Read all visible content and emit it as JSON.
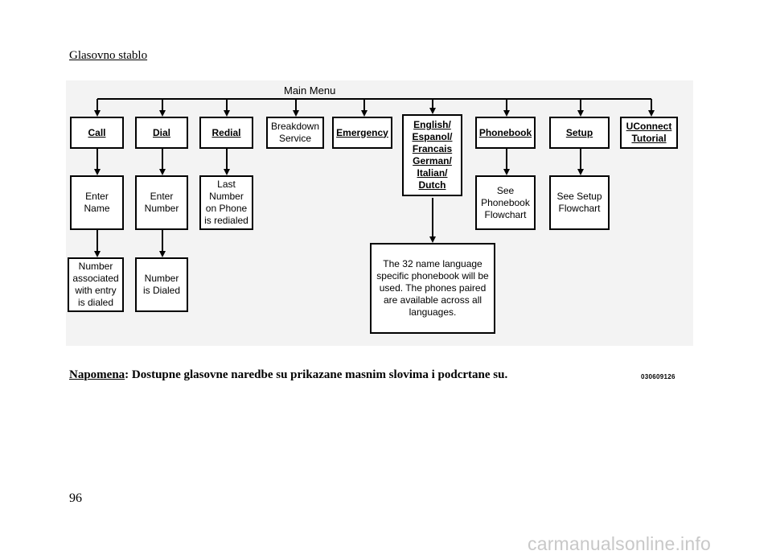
{
  "section_title": "Glasovno stablo",
  "diagram": {
    "main_menu": "Main Menu",
    "level1": [
      {
        "id": "call",
        "lines": [
          "Call"
        ],
        "command": true
      },
      {
        "id": "dial",
        "lines": [
          "Dial"
        ],
        "command": true
      },
      {
        "id": "redial",
        "lines": [
          "Redial"
        ],
        "command": true
      },
      {
        "id": "breakdown",
        "lines": [
          "Breakdown",
          "Service"
        ],
        "command": false
      },
      {
        "id": "emergency",
        "lines": [
          "Emergency"
        ],
        "command": true
      },
      {
        "id": "language",
        "lines": [
          "English/",
          "Espanol/",
          "Francais",
          "German/",
          "Italian/",
          "Dutch"
        ],
        "command": true
      },
      {
        "id": "phonebook",
        "lines": [
          "Phonebook"
        ],
        "command": true
      },
      {
        "id": "setup",
        "lines": [
          "Setup"
        ],
        "command": true
      },
      {
        "id": "uconnect",
        "lines": [
          "UConnect",
          "Tutorial"
        ],
        "command": true
      }
    ],
    "call_children": [
      [
        "Enter",
        "Name"
      ],
      [
        "Number",
        "associated",
        "with entry",
        "is dialed"
      ]
    ],
    "dial_children": [
      [
        "Enter",
        "Number"
      ],
      [
        "Number",
        "is Dialed"
      ]
    ],
    "redial_child": [
      "Last",
      "Number",
      "on Phone",
      "is redialed"
    ],
    "phonebook_child": [
      "See",
      "Phonebook",
      "Flowchart"
    ],
    "setup_child": [
      "See Setup",
      "Flowchart"
    ],
    "language_note": [
      "The 32 name language",
      "specific phonebook will be",
      "used. The phones paired",
      "are available across all",
      "languages."
    ]
  },
  "note": {
    "label": "Napomena",
    "text": ": Dostupne glasovne naredbe su prikazane masnim slovima i podcrtane su."
  },
  "ref_code": "030609126",
  "page_number": "96",
  "watermark": "carmanualsonline.info"
}
